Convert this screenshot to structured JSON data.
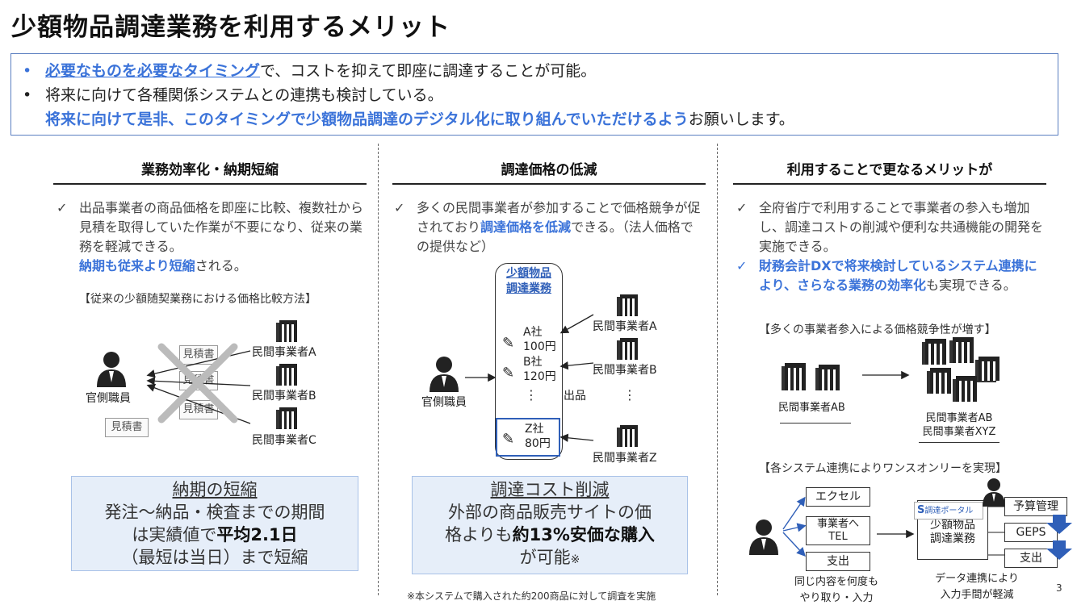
{
  "title": "少額物品調達業務を利用するメリット",
  "summary": {
    "line1_hl": "必要なものを必要なタイミング",
    "line1_rest": "で、コストを抑えて即座に調達することが可能。",
    "line2": "将来に向けて各種関係システムとの連携も検討している。",
    "line3_hl": "将来に向けて是非、このタイミングで少額物品調達のデジタル化に取り組んでいただけるよう",
    "line3_rest": "お願いします。"
  },
  "col1": {
    "heading": "業務効率化・納期短縮",
    "bullet_a": "出品事業者の商品価格を即座に比較、複数社から見積を取得していた作業が不要になり、従来の業務を軽減できる。",
    "bullet_b_hl": "納期も従来より短縮",
    "bullet_b_rest": "される。",
    "caption": "【従来の少額随契業務における価格比較方法】",
    "official": "官側職員",
    "quote": "見積書",
    "vendor_a": "民間事業者A",
    "vendor_b": "民間事業者B",
    "vendor_c": "民間事業者C",
    "box_title": "納期の短縮",
    "box_l1": "発注～納品・検査までの期間",
    "box_l2a": "は実績値で",
    "box_l2b": "平均2.1日",
    "box_l3": "（最短は当日）まで短縮"
  },
  "col2": {
    "heading": "調達価格の低減",
    "bullet_a": "多くの民間事業者が参加することで価格競争が促されており",
    "bullet_hl": "調達価格を低減",
    "bullet_b": "できる。（法人価格での提供など）",
    "system_l1": "少額物品",
    "system_l2": "調達業務",
    "a_name": "A社",
    "a_price": "100円",
    "b_name": "B社",
    "b_price": "120円",
    "dots": "⋮",
    "z_name": "Z社",
    "z_price": "80円",
    "listing": "出品",
    "official": "官側職員",
    "vendor_a": "民間事業者A",
    "vendor_b": "民間事業者B",
    "vendor_z": "民間事業者Z",
    "box_title": "調達コスト削減",
    "box_l1": "外部の商品販売サイトの価",
    "box_l2a": "格よりも",
    "box_l2b": "約13%安価な購入",
    "box_l3": "が可能",
    "box_l3_mark": "※",
    "footnote": "※本システムで購入された約200商品に対して調査を実施"
  },
  "col3": {
    "heading": "利用することで更なるメリットが",
    "bullet_a": "全府省庁で利用することで事業者の参入も増加し、調達コストの削減や便利な共通機能の開発を実施できる。",
    "bullet_b_hl": "財務会計DXで将来検討しているシステム連携により、さらなる業務の効率化",
    "bullet_b_rest": "も実現できる。",
    "caption1": "【多くの事業者参入による価格競争性が増す】",
    "vendor_ab": "民間事業者AB",
    "vendor_ab2": "民間事業者AB",
    "vendor_xyz": "民間事業者XYZ",
    "caption2": "【各システム連携によりワンスオンリーを実現】",
    "excel": "エクセル",
    "tel_l1": "事業者へ",
    "tel_l2": "TEL",
    "spend": "支出",
    "portal": "調達ポータル",
    "sys_l1": "少額物品",
    "sys_l2": "調達業務",
    "budget": "予算管理",
    "geps": "GEPS",
    "spend2": "支出",
    "note_left_l1": "同じ内容を何度も",
    "note_left_l2": "やり取り・入力",
    "note_right_l1": "データ連携により",
    "note_right_l2": "入力手間が軽減"
  },
  "page_number": "3",
  "colors": {
    "accent": "#3b73d9",
    "box_bg": "#e6eef9",
    "border": "#5b7fc1"
  }
}
